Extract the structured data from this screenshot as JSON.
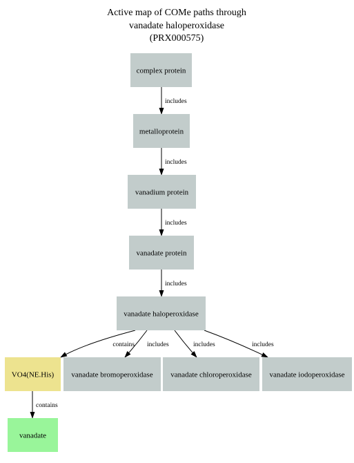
{
  "title": {
    "lines": [
      "Active map of COMe paths through",
      "vanadate haloperoxidase",
      "(PRX000575)"
    ]
  },
  "colors": {
    "protein_node": "#c2cccb",
    "site_node": "#ede38f",
    "ligand_node": "#99f59a",
    "edge": "#000000"
  },
  "nodes": [
    {
      "id": "complex-protein",
      "label": "complex protein",
      "kind": "protein"
    },
    {
      "id": "metalloprotein",
      "label": "metalloprotein",
      "kind": "protein"
    },
    {
      "id": "vanadium-protein",
      "label": "vanadium protein",
      "kind": "protein"
    },
    {
      "id": "vanadate-protein",
      "label": "vanadate protein",
      "kind": "protein"
    },
    {
      "id": "vanadate-haloperoxidase",
      "label": "vanadate haloperoxidase",
      "kind": "protein"
    },
    {
      "id": "vo4-ne-his",
      "label": "VO4(NE.His)",
      "kind": "site"
    },
    {
      "id": "vanadate-bromoperoxidase",
      "label": "vanadate bromoperoxidase",
      "kind": "protein"
    },
    {
      "id": "vanadate-chloroperoxidase",
      "label": "vanadate chloroperoxidase",
      "kind": "protein"
    },
    {
      "id": "vanadate-iodoperoxidase",
      "label": "vanadate iodoperoxidase",
      "kind": "protein"
    },
    {
      "id": "vanadate",
      "label": "vanadate",
      "kind": "ligand"
    }
  ],
  "edges": [
    {
      "from": "complex-protein",
      "to": "metalloprotein",
      "label": "includes"
    },
    {
      "from": "metalloprotein",
      "to": "vanadium-protein",
      "label": "includes"
    },
    {
      "from": "vanadium-protein",
      "to": "vanadate-protein",
      "label": "includes"
    },
    {
      "from": "vanadate-protein",
      "to": "vanadate-haloperoxidase",
      "label": "includes"
    },
    {
      "from": "vanadate-haloperoxidase",
      "to": "vo4-ne-his",
      "label": "contains"
    },
    {
      "from": "vanadate-haloperoxidase",
      "to": "vanadate-bromoperoxidase",
      "label": "includes"
    },
    {
      "from": "vanadate-haloperoxidase",
      "to": "vanadate-chloroperoxidase",
      "label": "includes"
    },
    {
      "from": "vanadate-haloperoxidase",
      "to": "vanadate-iodoperoxidase",
      "label": "includes"
    },
    {
      "from": "vo4-ne-his",
      "to": "vanadate",
      "label": "contains"
    }
  ]
}
